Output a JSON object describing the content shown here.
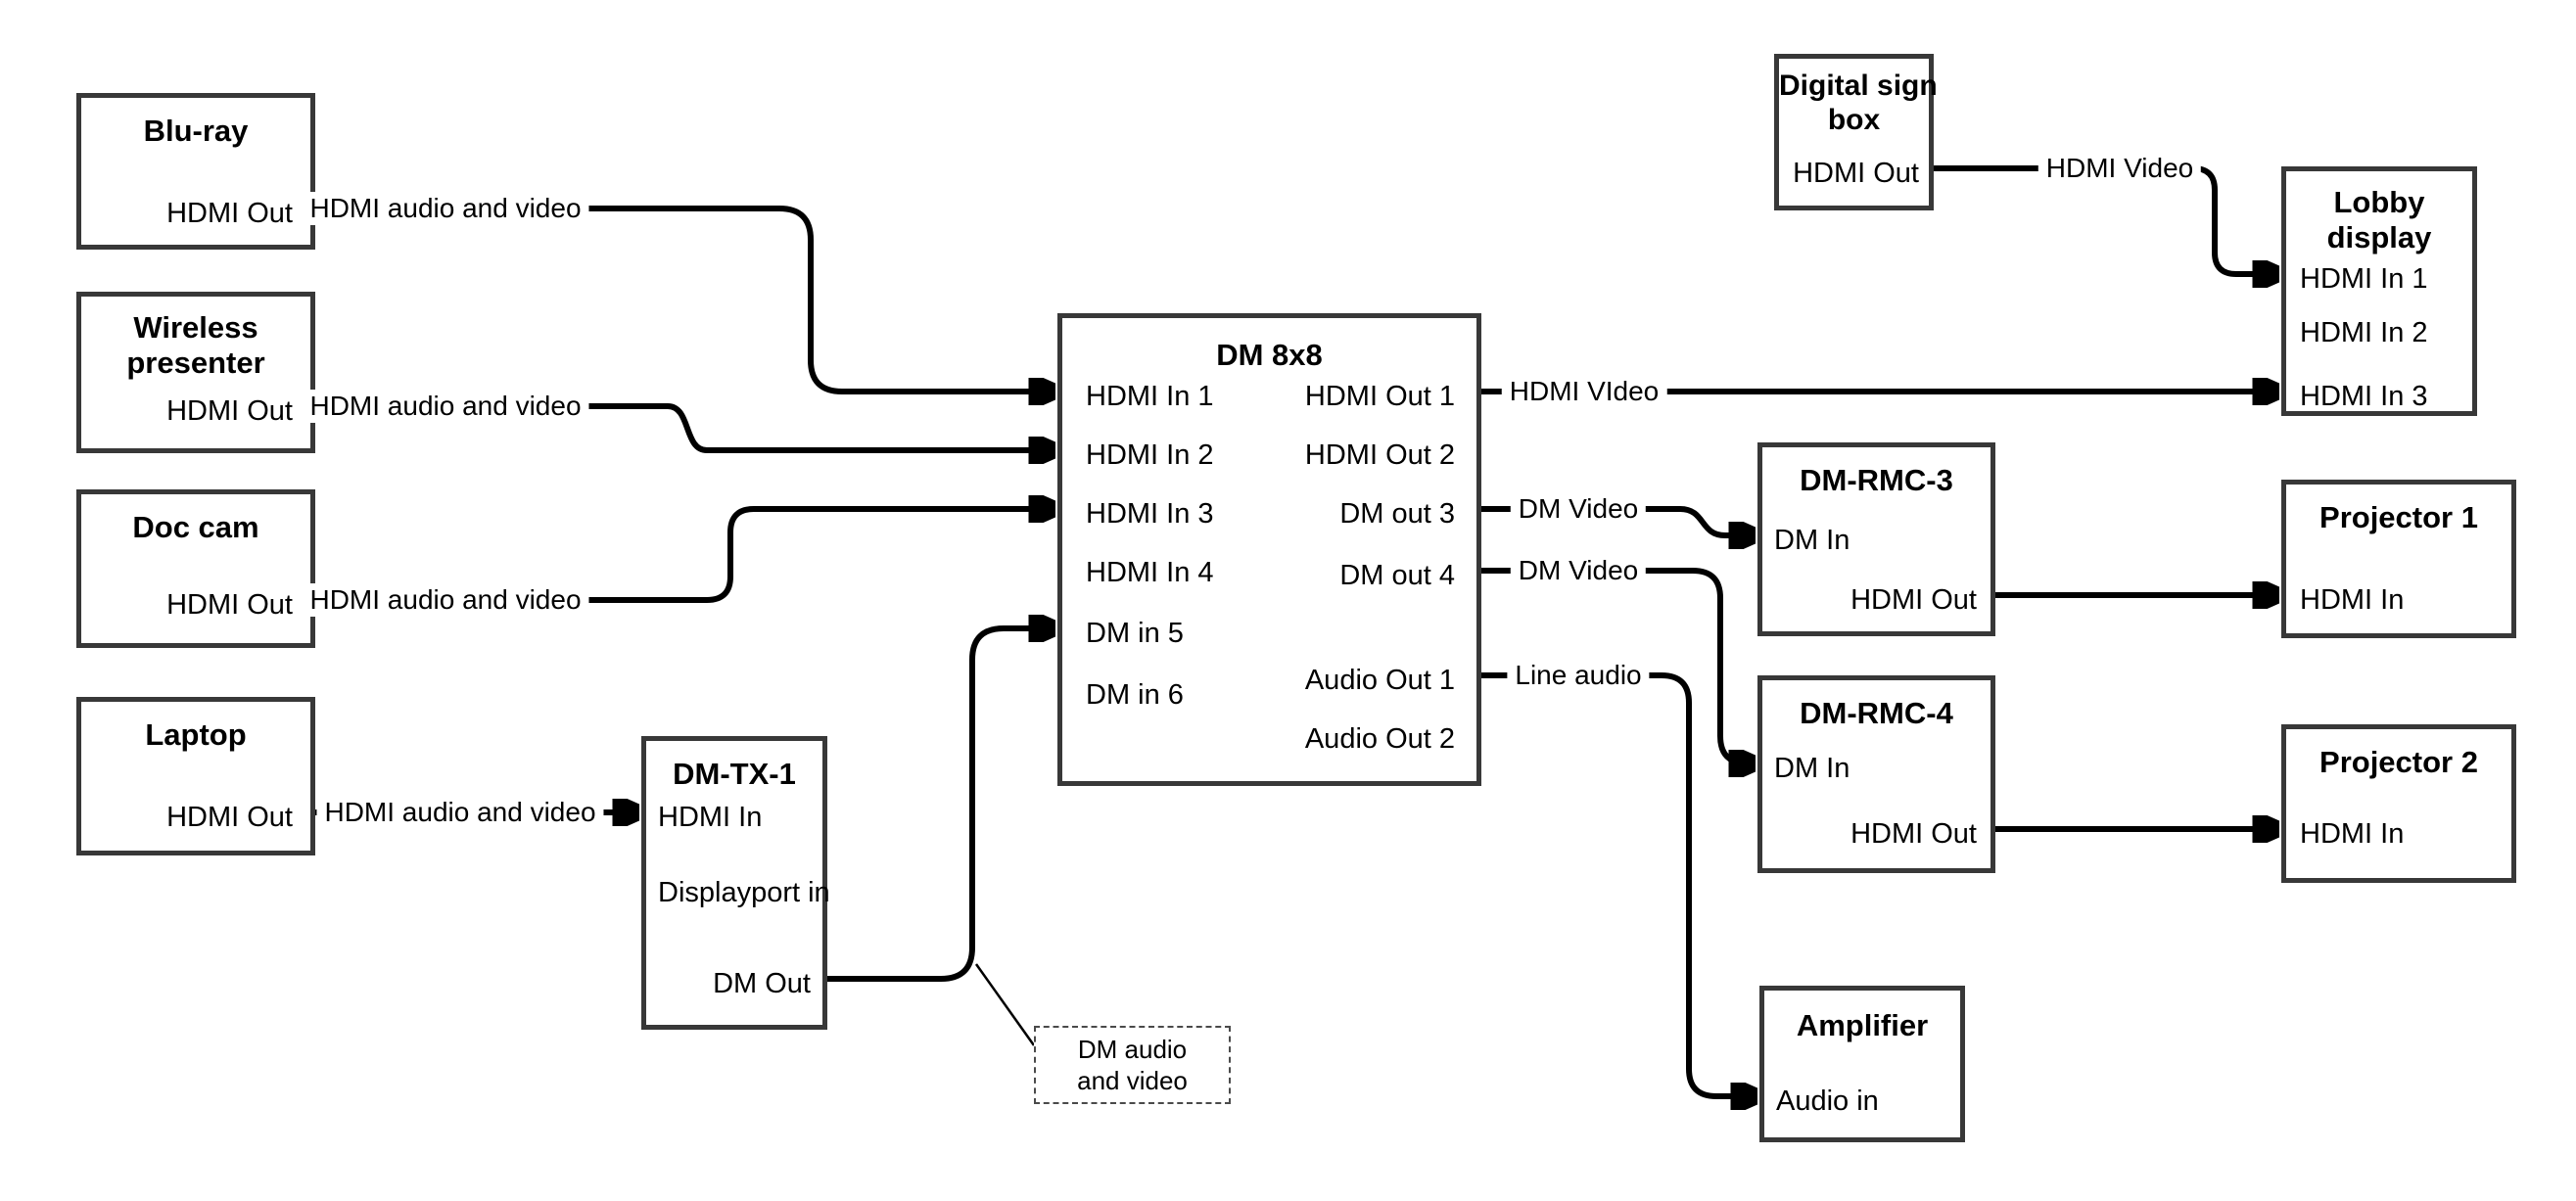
{
  "nodes": {
    "bluray": {
      "title": "Blu-ray",
      "port_hdmi_out": "HDMI Out"
    },
    "wireless": {
      "title_lines": [
        "Wireless",
        "presenter"
      ],
      "port_hdmi_out": "HDMI Out"
    },
    "doccam": {
      "title": "Doc cam",
      "port_hdmi_out": "HDMI Out"
    },
    "laptop": {
      "title": "Laptop",
      "port_hdmi_out": "HDMI Out"
    },
    "dmtx1": {
      "title": "DM-TX-1",
      "port_hdmi_in": "HDMI In",
      "port_displayport_in": "Displayport in",
      "port_dm_out": "DM Out"
    },
    "dm8x8": {
      "title": "DM 8x8",
      "inputs": [
        "HDMI In 1",
        "HDMI In 2",
        "HDMI In 3",
        "HDMI In 4",
        "DM in 5",
        "DM in 6"
      ],
      "outputs": [
        "HDMI Out 1",
        "HDMI Out 2",
        "DM out 3",
        "DM out 4",
        "Audio Out 1",
        "Audio Out 2"
      ]
    },
    "digisign": {
      "title_lines": [
        "Digital sign",
        "box"
      ],
      "port_hdmi_out": "HDMI Out"
    },
    "lobby": {
      "title_lines": [
        "Lobby",
        "display"
      ],
      "inputs": [
        "HDMI In 1",
        "HDMI In 2",
        "HDMI In 3"
      ]
    },
    "rmc3": {
      "title": "DM-RMC-3",
      "port_dm_in": "DM In",
      "port_hdmi_out": "HDMI Out"
    },
    "rmc4": {
      "title": "DM-RMC-4",
      "port_dm_in": "DM In",
      "port_hdmi_out": "HDMI Out"
    },
    "amp": {
      "title": "Amplifier",
      "port_audio_in": "Audio in"
    },
    "proj1": {
      "title": "Projector 1",
      "port_hdmi_in": "HDMI In"
    },
    "proj2": {
      "title": "Projector 2",
      "port_hdmi_in": "HDMI In"
    }
  },
  "edge_labels": {
    "bluray_wire": "HDMI audio and video",
    "wireless_wire": "HDMI audio and video",
    "doccam_wire": "HDMI audio and video",
    "laptop_wire": "HDMI audio and video",
    "hdmi_out1_wire": "HDMI VIdeo",
    "dm_out3_wire": "DM Video",
    "dm_out4_wire": "DM Video",
    "audio_out1_wire": "Line audio",
    "digisign_wire": "HDMI Video"
  },
  "note": {
    "text": "DM audio and video"
  },
  "colors": {
    "wire": "#000000",
    "box_border": "#383838",
    "background": "#ffffff",
    "text": "#000000"
  }
}
